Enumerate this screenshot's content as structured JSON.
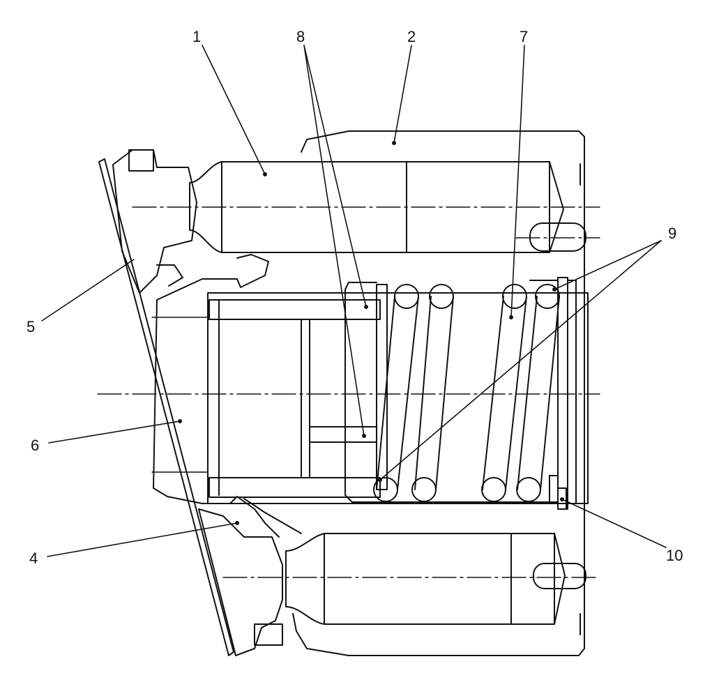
{
  "diagram": {
    "labels": {
      "l1": "1",
      "l2": "2",
      "l4": "4",
      "l5": "5",
      "l6": "6",
      "l7": "7",
      "l8": "8",
      "l9": "9",
      "l10": "10"
    }
  },
  "colors": {
    "ink": "#111111",
    "paper": "#ffffff"
  }
}
